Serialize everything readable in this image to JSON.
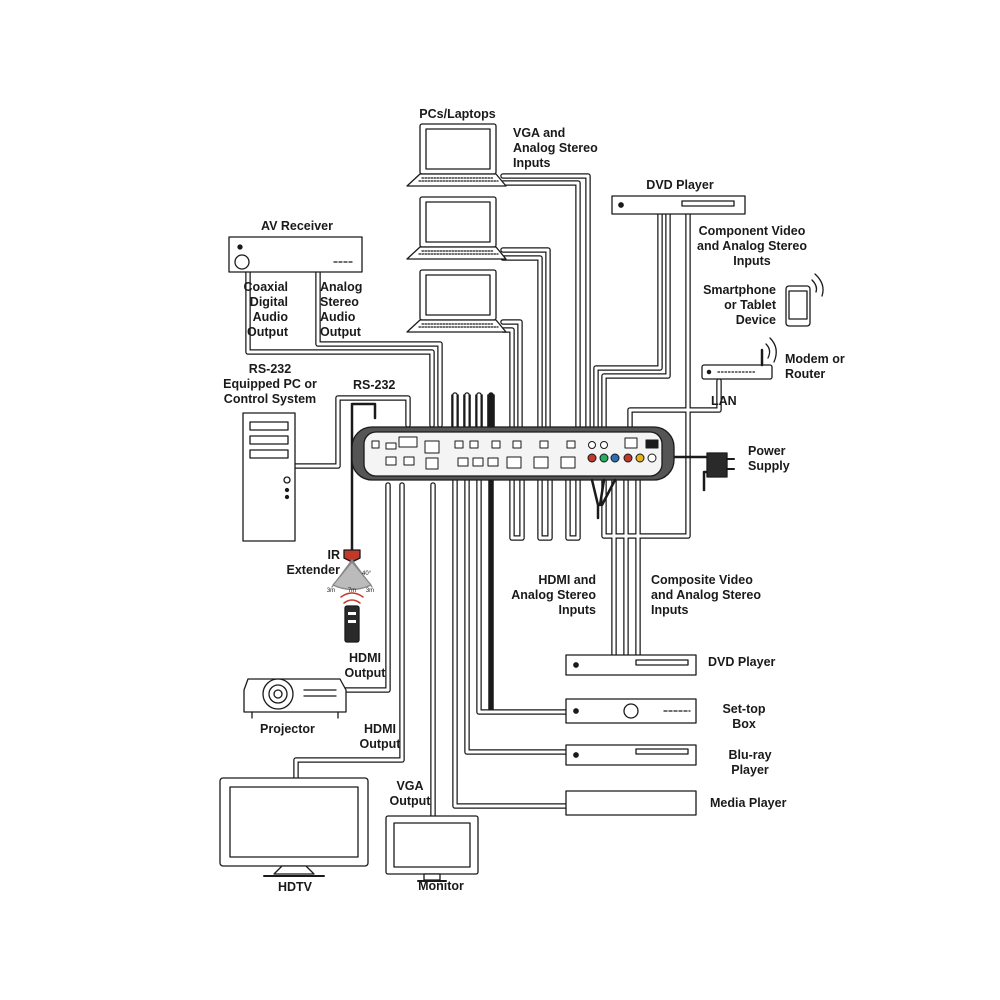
{
  "labels": {
    "pcs_laptops": "PCs/Laptops",
    "vga_inputs": "VGA and\nAnalog Stereo\nInputs",
    "dvd_top": "DVD Player",
    "component_inputs": "Component Video\nand Analog Stereo\nInputs",
    "av_receiver": "AV Receiver",
    "coax_output": "Coaxial\nDigital\nAudio\nOutput",
    "analog_output": "Analog\nStereo\nAudio\nOutput",
    "smartphone": "Smartphone\nor Tablet\nDevice",
    "modem": "Modem or\nRouter",
    "rs232_pc": "RS-232\nEquipped PC or\nControl System",
    "rs232": "RS-232",
    "lan": "LAN",
    "power": "Power\nSupply",
    "ir_extender": "IR\nExtender",
    "ir_angle": "40°",
    "ir_dist_left": "3m",
    "ir_dist_mid": "7m",
    "ir_dist_right": "3m",
    "hdmi_inputs": "HDMI and\nAnalog Stereo\nInputs",
    "composite_inputs": "Composite Video\nand Analog Stereo\nInputs",
    "hdmi_output_1": "HDMI\nOutput",
    "projector": "Projector",
    "hdmi_output_2": "HDMI\nOutput",
    "dvd_bottom": "DVD Player",
    "settop": "Set-top\nBox",
    "bluray": "Blu-ray\nPlayer",
    "media_player": "Media Player",
    "vga_output": "VGA\nOutput",
    "hdtv": "HDTV",
    "monitor": "Monitor"
  },
  "colors": {
    "line": "#1a1a1a",
    "cable_fill": "#ffffff",
    "device_fill": "#ffffff",
    "switcher_fill": "#555555",
    "switcher_panel": "#f4f4f4",
    "port_red": "#c0392b",
    "port_green": "#27ae60",
    "port_blue": "#2c6fb7",
    "port_yellow": "#e3b21a",
    "ir_red": "#c0392b",
    "remote": "#2a2a2a"
  },
  "icons": [
    "laptop-icon",
    "dvd-player-icon",
    "av-receiver-icon",
    "smartphone-icon",
    "router-icon",
    "pc-tower-icon",
    "power-adapter-icon",
    "ir-receiver-icon",
    "remote-control-icon",
    "projector-icon",
    "settop-box-icon",
    "bluray-player-icon",
    "media-player-icon",
    "hdtv-icon",
    "monitor-icon",
    "matrix-switcher-icon"
  ]
}
